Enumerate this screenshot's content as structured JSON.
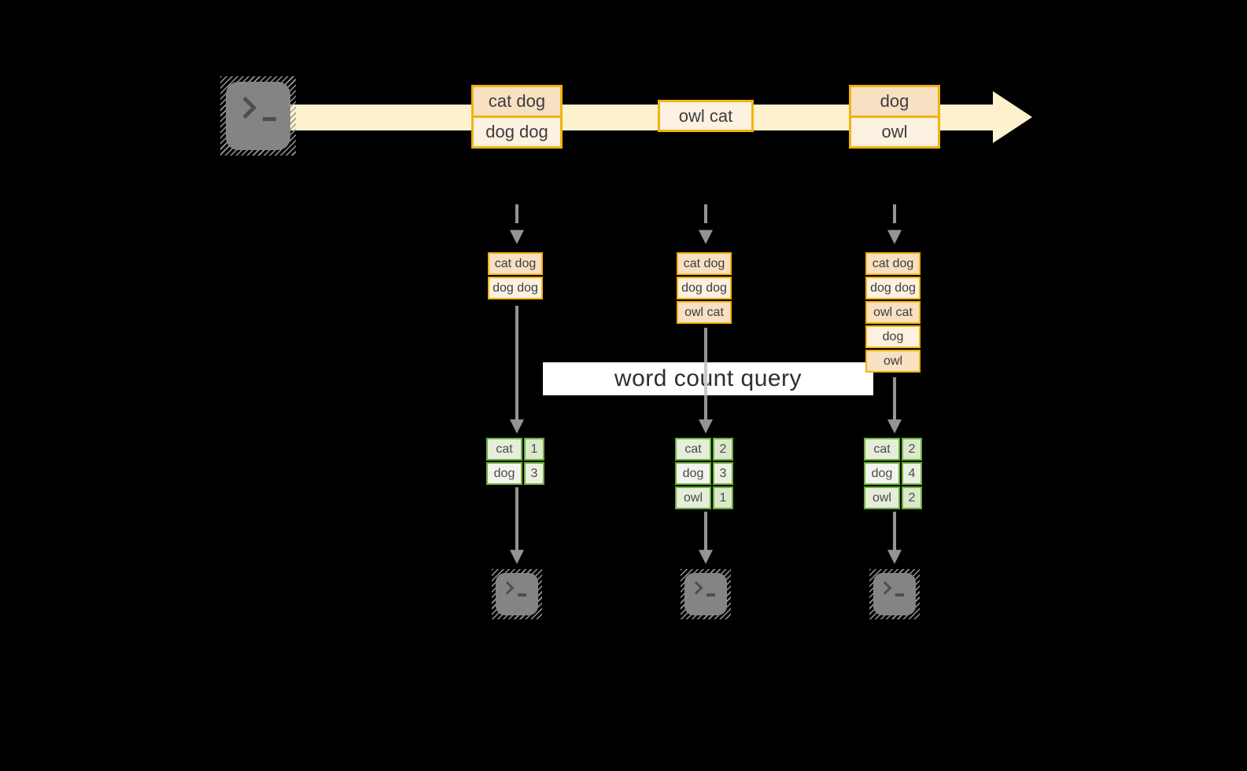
{
  "query_label": "word count query",
  "stream": {
    "source_icon": "terminal-icon",
    "events": [
      {
        "lines": [
          "cat dog",
          "dog dog"
        ]
      },
      {
        "lines": [
          "owl cat"
        ]
      },
      {
        "lines": [
          "dog",
          "owl"
        ]
      }
    ]
  },
  "micro_batches": [
    {
      "records": [
        "cat dog",
        "dog dog"
      ]
    },
    {
      "records": [
        "cat dog",
        "dog dog",
        "owl cat"
      ]
    },
    {
      "records": [
        "cat dog",
        "dog dog",
        "owl cat",
        "dog",
        "owl"
      ]
    }
  ],
  "result_tables": [
    {
      "rows": [
        [
          "cat",
          "1"
        ],
        [
          "dog",
          "3"
        ]
      ]
    },
    {
      "rows": [
        [
          "cat",
          "2"
        ],
        [
          "dog",
          "3"
        ],
        [
          "owl",
          "1"
        ]
      ]
    },
    {
      "rows": [
        [
          "cat",
          "2"
        ],
        [
          "dog",
          "4"
        ],
        [
          "owl",
          "2"
        ]
      ]
    }
  ],
  "sinks": [
    "terminal-icon",
    "terminal-icon",
    "terminal-icon"
  ],
  "colors": {
    "background": "#000000",
    "stream_fill": "#fdf2cd",
    "event_border": "#f0b310",
    "cell_peach": "#f8e0c2",
    "cell_cream": "#fdf1e1",
    "table_border": "#6cae3e",
    "table_cell_green": "#e6eedb",
    "table_cell_light": "#f2f5ec",
    "arrow_gray": "#949494",
    "terminal_gray": "#848484",
    "label_bg": "#ffffff",
    "label_text": "#2e2e2e"
  }
}
